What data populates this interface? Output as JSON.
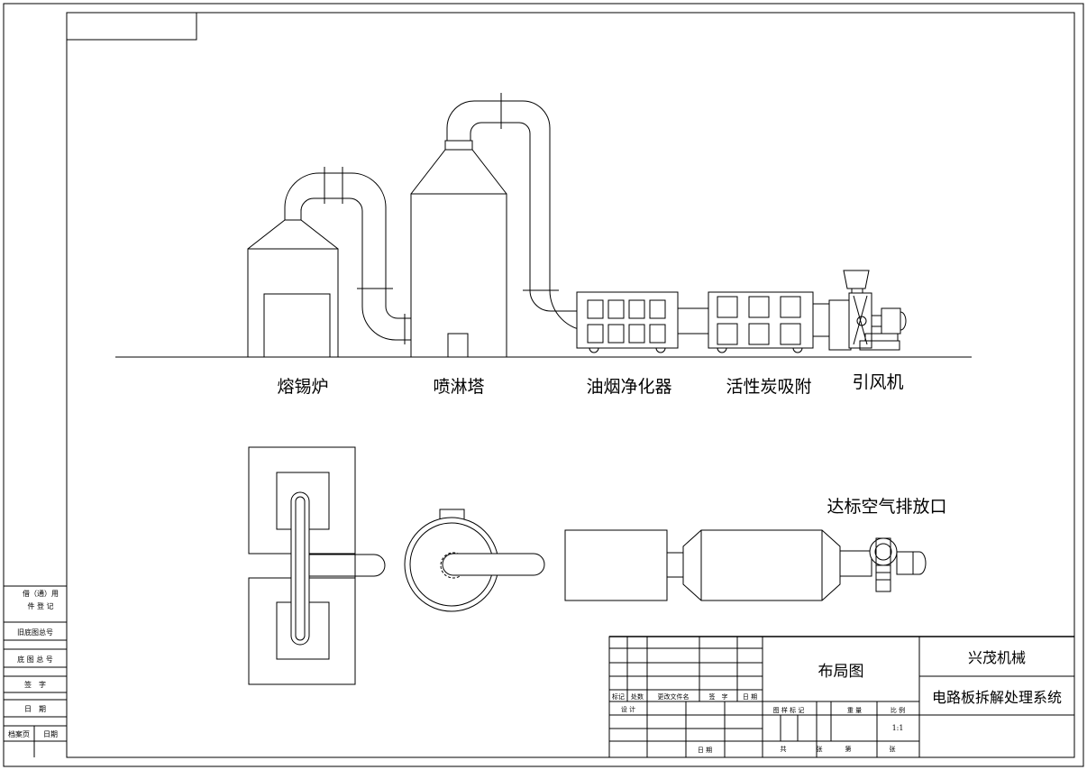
{
  "colors": {
    "line": "#000000",
    "background": "#ffffff"
  },
  "equipment_labels": {
    "melting_furnace": "熔锡炉",
    "spray_tower": "喷淋塔",
    "fume_purifier": "油烟净化器",
    "activated_carbon": "活性炭吸附",
    "induced_fan": "引风机"
  },
  "discharge_label": "达标空气排放口",
  "left_strip": {
    "borrow_line1": "借（通）用",
    "borrow_line2": "件 登 记",
    "old_drawing_no": "旧底图总号",
    "base_drawing_no": "底 图 总 号",
    "signature": "签　字",
    "date": "日　期",
    "archive_page": "档案页",
    "archive_date": "日期"
  },
  "title_block": {
    "drawing_name": "布局图",
    "company": "兴茂机械",
    "system_name": "电路板拆解处理系统",
    "mark": "标记",
    "count": "处数",
    "change_doc": "更改文件名",
    "sign": "签　字",
    "date": "日 期",
    "design": "设 计",
    "sample_mark": "图 样 标 记",
    "weight": "重 量",
    "scale_label": "比 例",
    "scale_value": "1:1",
    "date_bottom": "日 期",
    "total": "共",
    "sheets": "张",
    "sheet_no": "第",
    "sheet": "张"
  }
}
